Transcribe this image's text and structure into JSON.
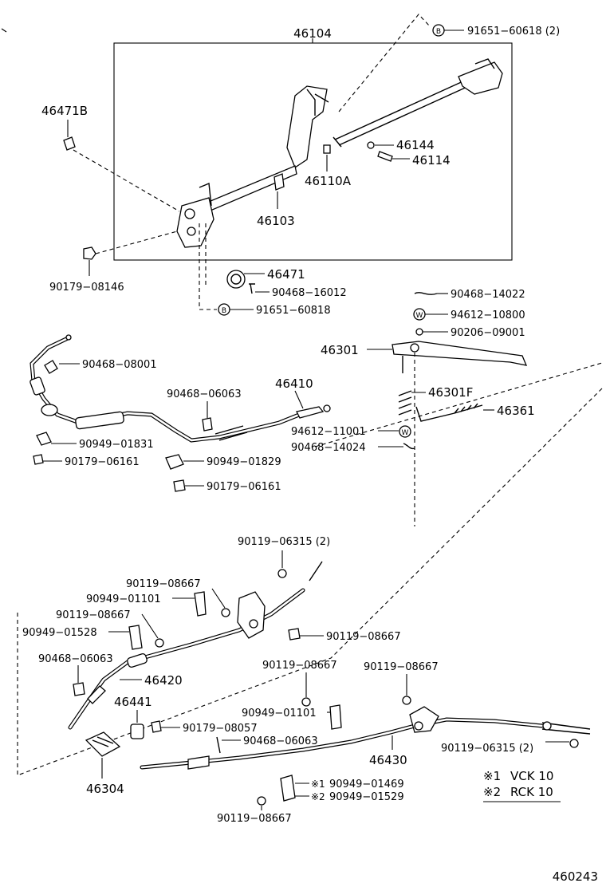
{
  "diagram": {
    "figure_number": "460243",
    "assembly_box_label": "46104",
    "legend": [
      {
        "mark": "※1",
        "code": "VCK 10"
      },
      {
        "mark": "※2",
        "code": "RCK 10"
      }
    ],
    "labels": {
      "p91651_60618": "91651−60618 (2)",
      "p46471B": "46471B",
      "p46144": "46144",
      "p46114": "46114",
      "p46110A": "46110A",
      "p46103": "46103",
      "p90179_08146": "90179−08146",
      "p46471": "46471",
      "p90468_16012": "90468−16012",
      "p91651_60818": "91651−60818",
      "p90468_14022": "90468−14022",
      "p94612_10800": "94612−10800",
      "p90206_09001": "90206−09001",
      "p46301": "46301",
      "p90468_08001": "90468−08001",
      "p46410": "46410",
      "p90468_06063_a": "90468−06063",
      "p46301F": "46301F",
      "p46361": "46361",
      "p94612_11001": "94612−11001",
      "p90468_14024": "90468−14024",
      "p90949_01831": "90949−01831",
      "p90179_06161_a": "90179−06161",
      "p90949_01829": "90949−01829",
      "p90179_06161_b": "90179−06161",
      "p90119_06315_a": "90119−06315 (2)",
      "p90119_08667_a": "90119−08667",
      "p90949_01101_a": "90949−01101",
      "p90119_08667_b": "90119−08667",
      "p90949_01528": "90949−01528",
      "p90119_08667_c": "90119−08667",
      "p90468_06063_b": "90468−06063",
      "p46420": "46420",
      "p90119_08667_d": "90119−08667",
      "p90119_08667_e": "90119−08667",
      "p46441": "46441",
      "p90949_01101_b": "90949−01101",
      "p90179_08057": "90179−08057",
      "p90468_06063_c": "90468−06063",
      "p46430": "46430",
      "p90119_06315_b": "90119−06315 (2)",
      "p46304": "46304",
      "p90949_01469": "90949−01469",
      "p90949_01529": "90949−01529",
      "p90119_08667_f": "90119−08667"
    },
    "markers": {
      "b": "B",
      "w": "W"
    }
  }
}
